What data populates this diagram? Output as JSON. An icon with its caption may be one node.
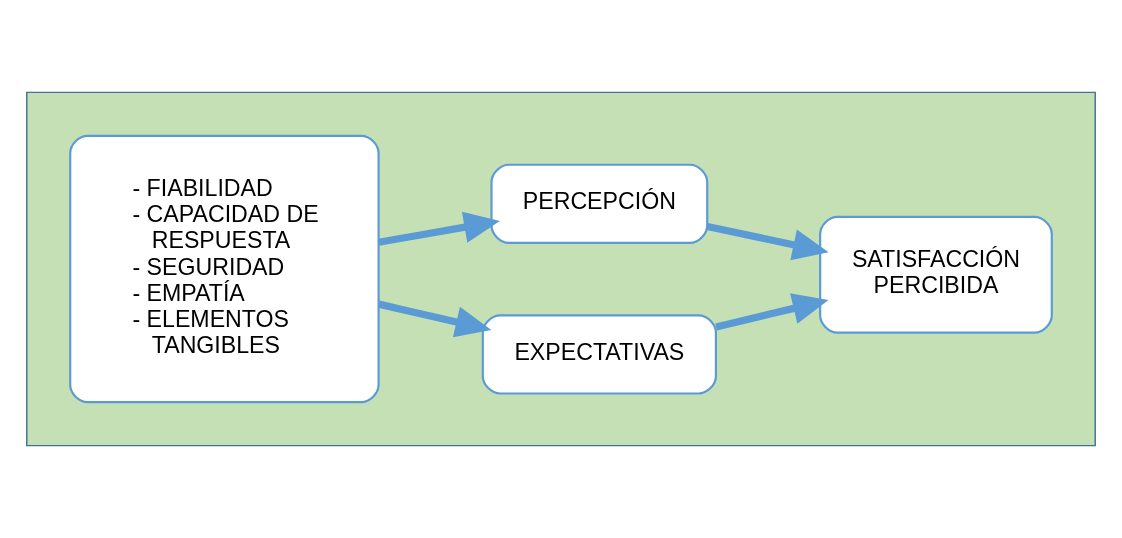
{
  "diagram": {
    "nodes": [
      {
        "text": [],
        "shape": "box"
      },
      {
        "text": [
          "- FIABILIDAD",
          "- CAPACIDAD DE RESPUESTA",
          "- SEGURIDAD",
          "- EMPATÍA",
          "- ELEMENTOS TANGIBLES"
        ],
        "in": 0
      },
      {
        "text": [
          "EXPECTATIVAS"
        ],
        "in": 0
      },
      {
        "text": [
          "PERCEPCIÓN"
        ],
        "in": 0
      },
      {
        "text": [
          "SATISFACCIÓN PERCIBIDA"
        ],
        "in": 0
      }
    ],
    "edges": [
      {
        "from": 1,
        "to": 2,
        "arrow": "to"
      },
      {
        "from": 1,
        "to": 3,
        "arrow": "to"
      },
      {
        "from": 2,
        "to": 4,
        "arrow": "to"
      },
      {
        "from": 3,
        "to": 4,
        "arrow": "to"
      }
    ]
  }
}
